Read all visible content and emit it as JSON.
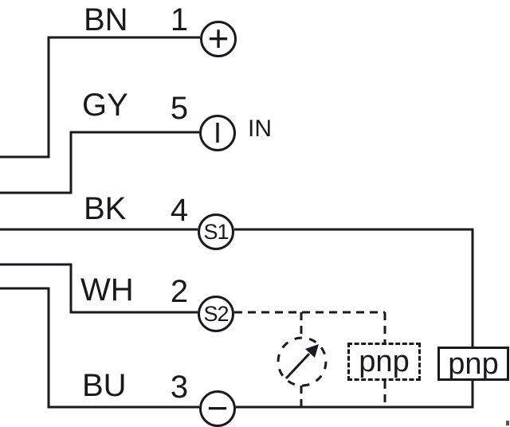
{
  "colors": {
    "ink": "#1a1a1e",
    "background": "#ffffff"
  },
  "wires": [
    {
      "label": "BN",
      "pin": "1",
      "terminal": "+"
    },
    {
      "label": "GY",
      "pin": "5",
      "terminal": "I",
      "note": "IN"
    },
    {
      "label": "BK",
      "pin": "4",
      "terminal": "S1"
    },
    {
      "label": "WH",
      "pin": "2",
      "terminal": "S2"
    },
    {
      "label": "BU",
      "pin": "3",
      "terminal": "−"
    }
  ],
  "outputs": {
    "dashed_box_label": "pnp",
    "solid_box_label": "pnp"
  }
}
